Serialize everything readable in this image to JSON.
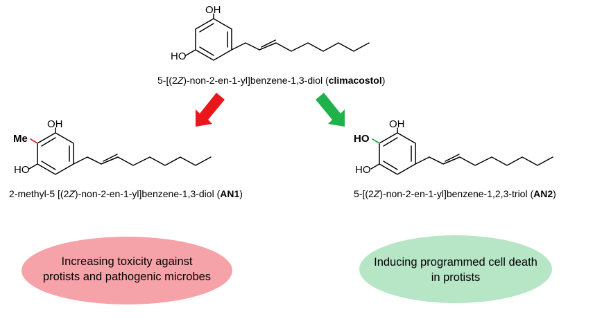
{
  "colors": {
    "red_arrow": "#e8171c",
    "green_arrow": "#1fb24a",
    "methyl_label": "#e02020",
    "hydroxyl_label": "#1aa64a",
    "left_ellipse": "#f5a3a8",
    "right_ellipse": "#b6e6c6"
  },
  "parent": {
    "oh_top": "OH",
    "oh_left": "HO",
    "caption": {
      "prefix": "5-[(2",
      "z": "Z",
      "middle": ")-non-2-en-1-yl]benzene-1,3-diol (",
      "bold": "climacostol",
      "suffix": ")"
    }
  },
  "an1": {
    "oh_top": "OH",
    "oh_bottom": "HO",
    "me": "Me",
    "caption": {
      "prefix": "2-methyl-5 [(2",
      "z": "Z",
      "middle": ")-non-2-en-1-yl]benzene-1,3-diol (",
      "bold": "AN1",
      "suffix": ")"
    }
  },
  "an2": {
    "oh_top": "OH",
    "oh_bottom": "HO",
    "ho_green": "HO",
    "caption": {
      "prefix": "5-[(2",
      "z": "Z",
      "middle": ")-non-2-en-1-yl]benzene-1,2,3-triol (",
      "bold": "AN2",
      "suffix": ")"
    }
  },
  "effects": {
    "left": [
      "Increasing toxicity against",
      "protists and pathogenic microbes"
    ],
    "right": [
      "Inducing programmed cell death",
      "in protists"
    ]
  }
}
